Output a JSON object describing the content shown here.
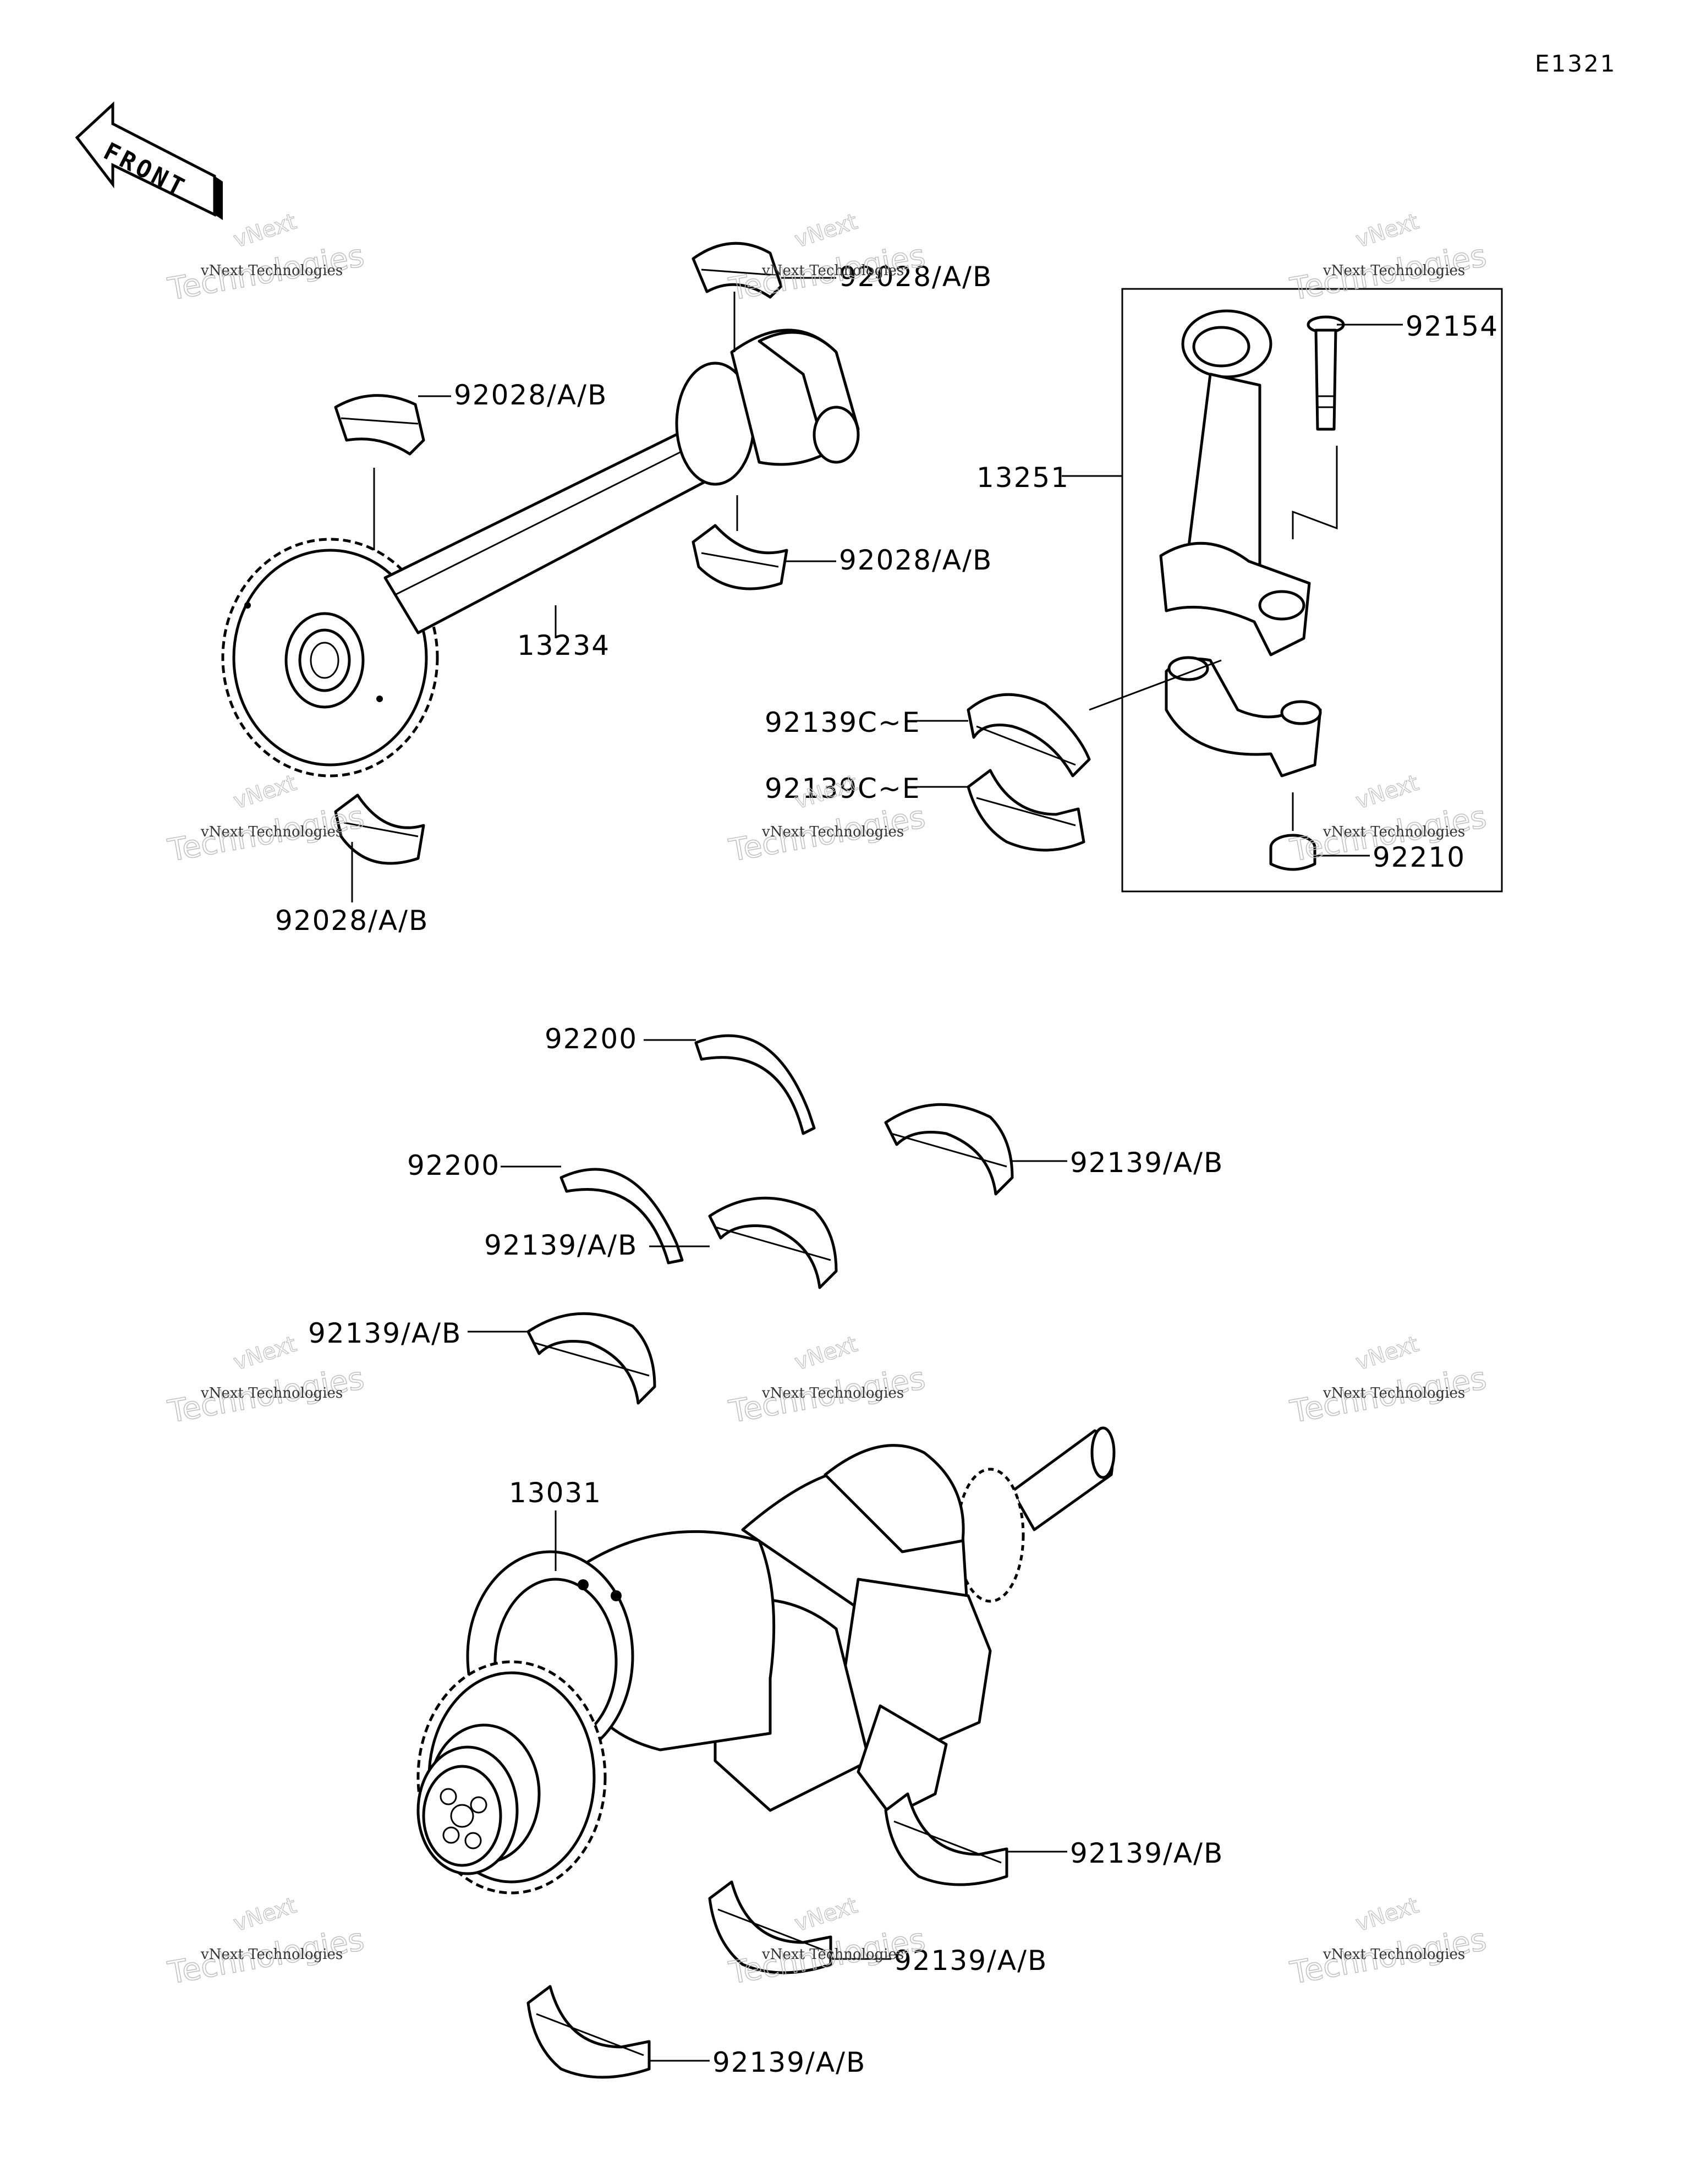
{
  "diagram_code": "E1321",
  "front_label": "FRONT",
  "labels": {
    "bal_bearing_top": "92028/A/B",
    "bal_bearing_left": "92028/A/B",
    "bal_bearing_right": "92028/A/B",
    "bal_bearing_bottom": "92028/A/B",
    "balancer_shaft": "13234",
    "con_rod_assy": "13251",
    "con_rod_bolt": "92154",
    "con_rod_nut": "92210",
    "big_end_bearing_1": "92139C~E",
    "big_end_bearing_2": "92139C~E",
    "thrust_washer_1": "92200",
    "thrust_washer_2": "92200",
    "main_bearing_1": "92139/A/B",
    "main_bearing_2": "92139/A/B",
    "main_bearing_3": "92139/A/B",
    "main_bearing_4": "92139/A/B",
    "main_bearing_5": "92139/A/B",
    "main_bearing_6": "92139/A/B",
    "crankshaft": "13031"
  },
  "watermark": {
    "line1": "vNext Technologies",
    "big_top": "vNext",
    "big_bottom": "Technologies"
  }
}
